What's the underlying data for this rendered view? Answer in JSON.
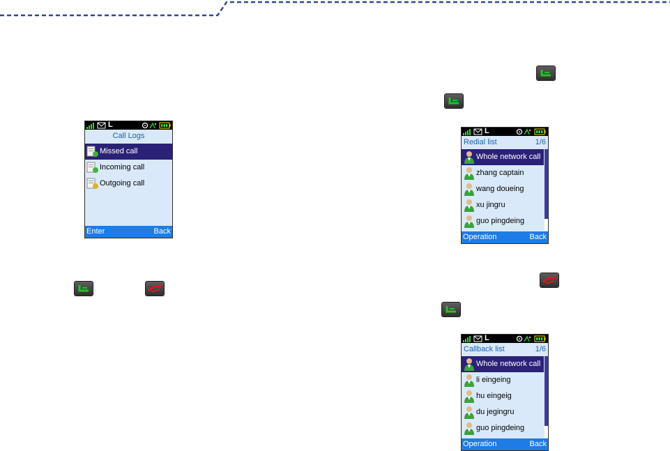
{
  "call_logs_screen": {
    "title": "Call Logs",
    "items": [
      {
        "label": "Missed call",
        "icon": "missed-call-log-icon",
        "selected": true
      },
      {
        "label": "Incoming call",
        "icon": "incoming-call-log-icon",
        "selected": false
      },
      {
        "label": "Outgoing call",
        "icon": "outgoing-call-log-icon",
        "selected": false
      }
    ],
    "softkeys": {
      "left": "Enter",
      "right": "Back"
    }
  },
  "redial_screen": {
    "title": "Redial list",
    "page": "1/6",
    "items": [
      {
        "label": "Whole network call",
        "selected": true
      },
      {
        "label": "zhang captain",
        "selected": false
      },
      {
        "label": "wang doueing",
        "selected": false
      },
      {
        "label": "xu jingru",
        "selected": false
      },
      {
        "label": "guo pingdeing",
        "selected": false
      }
    ],
    "softkeys": {
      "left": "Operation",
      "right": "Back"
    }
  },
  "callback_screen": {
    "title": "Callback list",
    "page": "1/6",
    "items": [
      {
        "label": "Whole network call",
        "selected": true
      },
      {
        "label": "li eingeing",
        "selected": false
      },
      {
        "label": "hu eingeig",
        "selected": false
      },
      {
        "label": "du jegingru",
        "selected": false
      },
      {
        "label": "guo pingdeing",
        "selected": false
      }
    ],
    "softkeys": {
      "left": "Operation",
      "right": "Back"
    }
  },
  "status_bar": {
    "carrier_letter": "L"
  },
  "keys": {
    "call_key": "call-key-icon",
    "end_key": "end-key-icon"
  },
  "colors": {
    "screen_bg": "#d9e9f9",
    "selection": "#2b2177",
    "softkey_bar": "#1d7ce5",
    "title_text": "#1c5fb5",
    "call_key_green": "#22c422",
    "end_key_red": "#d81a1a",
    "dashed_line": "#2a4a8f"
  }
}
